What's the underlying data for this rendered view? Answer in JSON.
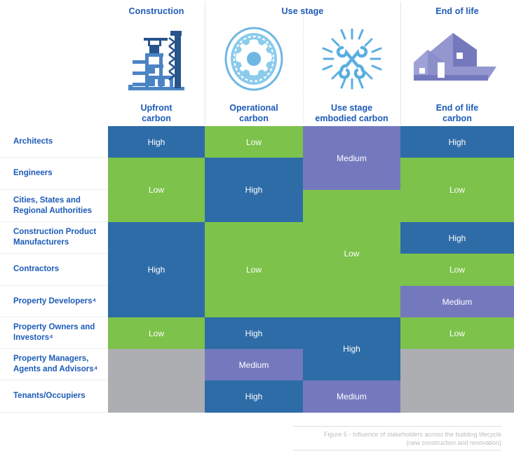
{
  "figure": {
    "caption_line1": "Figure 5 - Influence of stakeholders across the building lifecycle",
    "caption_line2": "(new construction and renovation)"
  },
  "colors": {
    "high": "#2E6CA8",
    "low": "#7DC24B",
    "medium": "#7479BE",
    "na": "#ACAEB2",
    "heading_blue": "#1C5BB8",
    "icon_blue_dark": "#2E6CA8",
    "icon_blue_light": "#6FB7E3",
    "icon_purple": "#7479BE"
  },
  "header": {
    "groups": [
      {
        "label": "Construction",
        "icon": "crane-building-icon"
      },
      {
        "label": "Use stage",
        "icon": "gear-icon"
      },
      {
        "label": "End of life",
        "icon": "houses-icon"
      }
    ],
    "columns": [
      {
        "label_line1": "Upfront",
        "label_line2": "carbon",
        "bar_color": "#2E6CA8"
      },
      {
        "label_line1": "Operational",
        "label_line2": "carbon",
        "bar_color": "#7DC24B"
      },
      {
        "label_line1": "Use stage",
        "label_line2": "embodied carbon",
        "bar_color": "#7479BE"
      },
      {
        "label_line1": "End of life",
        "label_line2": "carbon",
        "bar_color": "#2E6CA8"
      }
    ]
  },
  "matrix": {
    "row_labels": [
      "Architects",
      "Engineers",
      "Cities, States and Regional Authorities",
      "Construction Product Manufacturers",
      "Contractors",
      "Property Developers⁴",
      "Property Owners and Investors⁴",
      "Property Managers, Agents and Advisors⁴",
      "Tenants/Occupiers"
    ],
    "cells": [
      {
        "col": 0,
        "row": 0,
        "span": 1,
        "value": "High",
        "level": "high"
      },
      {
        "col": 0,
        "row": 1,
        "span": 2,
        "value": "Low",
        "level": "low"
      },
      {
        "col": 0,
        "row": 3,
        "span": 3,
        "value": "High",
        "level": "high"
      },
      {
        "col": 0,
        "row": 6,
        "span": 1,
        "value": "Low",
        "level": "low"
      },
      {
        "col": 0,
        "row": 7,
        "span": 2,
        "value": "",
        "level": "na"
      },
      {
        "col": 1,
        "row": 0,
        "span": 1,
        "value": "Low",
        "level": "low"
      },
      {
        "col": 1,
        "row": 1,
        "span": 2,
        "value": "High",
        "level": "high"
      },
      {
        "col": 1,
        "row": 3,
        "span": 3,
        "value": "Low",
        "level": "low"
      },
      {
        "col": 1,
        "row": 6,
        "span": 1,
        "value": "High",
        "level": "high"
      },
      {
        "col": 1,
        "row": 7,
        "span": 1,
        "value": "Medium",
        "level": "medium"
      },
      {
        "col": 1,
        "row": 8,
        "span": 1,
        "value": "High",
        "level": "high"
      },
      {
        "col": 2,
        "row": 0,
        "span": 2,
        "value": "Medium",
        "level": "medium"
      },
      {
        "col": 2,
        "row": 2,
        "span": 4,
        "value": "Low",
        "level": "low"
      },
      {
        "col": 2,
        "row": 6,
        "span": 2,
        "value": "High",
        "level": "high"
      },
      {
        "col": 2,
        "row": 8,
        "span": 1,
        "value": "Medium",
        "level": "medium"
      },
      {
        "col": 3,
        "row": 0,
        "span": 1,
        "value": "High",
        "level": "high"
      },
      {
        "col": 3,
        "row": 1,
        "span": 2,
        "value": "Low",
        "level": "low"
      },
      {
        "col": 3,
        "row": 3,
        "span": 1,
        "value": "High",
        "level": "high"
      },
      {
        "col": 3,
        "row": 4,
        "span": 1,
        "value": "Low",
        "level": "low"
      },
      {
        "col": 3,
        "row": 5,
        "span": 1,
        "value": "Medium",
        "level": "medium"
      },
      {
        "col": 3,
        "row": 6,
        "span": 1,
        "value": "Low",
        "level": "low"
      },
      {
        "col": 3,
        "row": 7,
        "span": 2,
        "value": "",
        "level": "na"
      }
    ]
  },
  "legend_meaning": {
    "high": "High",
    "medium": "Medium",
    "low": "Low"
  }
}
